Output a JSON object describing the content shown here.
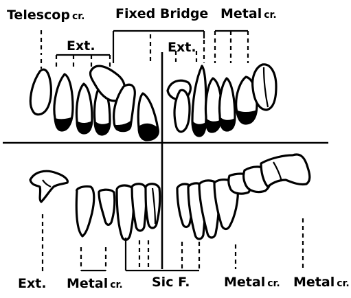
{
  "labels": {
    "telescope": "Telescop",
    "telescope_cr": "cr.",
    "fixed_bridge": "Fixed Bridge",
    "metal_upper": "Metal",
    "metal_upper_cr": "cr.",
    "ext_upper_left": "Ext.",
    "ext_upper_right": "Ext.",
    "ext_lower": "Ext.",
    "metal_lower_left": "Metal",
    "metal_lower_left_cr": "cr.",
    "sic_f": "Sic F.",
    "metal_lower_mid": "Metal",
    "metal_lower_mid_cr": "cr.",
    "metal_lower_right": "Metal",
    "metal_lower_right_cr": "cr."
  }
}
